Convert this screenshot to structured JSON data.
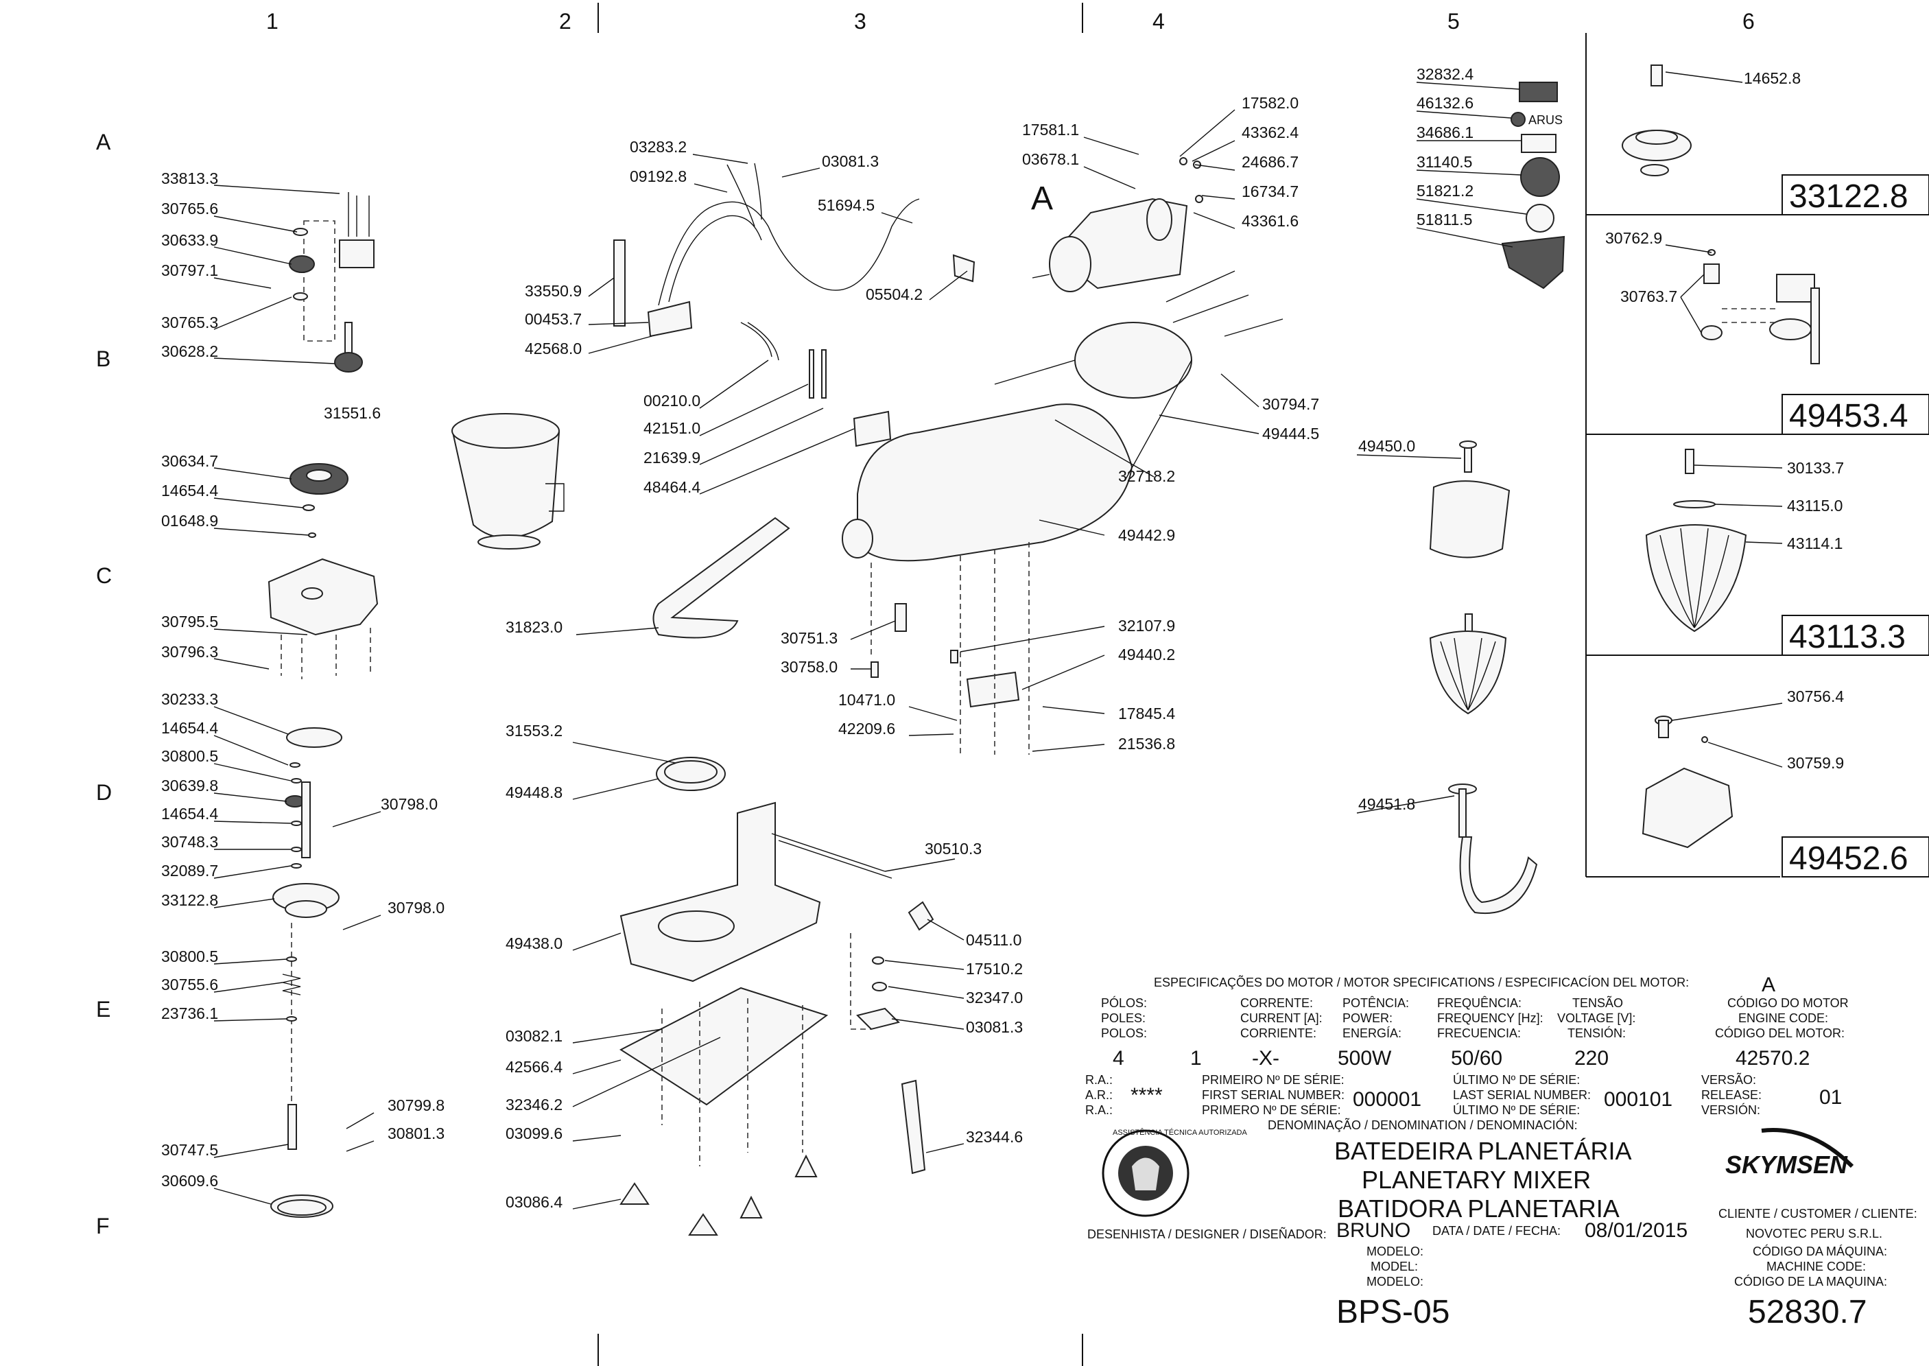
{
  "grid": {
    "columns": [
      "1",
      "2",
      "3",
      "4",
      "5",
      "6"
    ],
    "rows": [
      "A",
      "B",
      "C",
      "D",
      "E",
      "F"
    ]
  },
  "callouts": {
    "33813_3": "33813.3",
    "30765_6": "30765.6",
    "30633_9": "30633.9",
    "30797_1": "30797.1",
    "30765_3": "30765.3",
    "30628_2": "30628.2",
    "31551_6": "31551.6",
    "30634_7": "30634.7",
    "14654_4a": "14654.4",
    "01648_9": "01648.9",
    "30795_5": "30795.5",
    "30796_3": "30796.3",
    "30233_3": "30233.3",
    "14654_4b": "14654.4",
    "30800_5a": "30800.5",
    "30639_8": "30639.8",
    "14654_4c": "14654.4",
    "30748_3": "30748.3",
    "32089_7": "32089.7",
    "33122_8": "33122.8",
    "30798_0a": "30798.0",
    "30798_0b": "30798.0",
    "30800_5b": "30800.5",
    "30755_6": "30755.6",
    "23736_1": "23736.1",
    "30799_8": "30799.8",
    "30801_3": "30801.3",
    "30747_5": "30747.5",
    "30609_6": "30609.6",
    "03283_2": "03283.2",
    "09192_8": "09192.8",
    "03081_3a": "03081.3",
    "51694_5": "51694.5",
    "33550_9": "33550.9",
    "00453_7": "00453.7",
    "42568_0": "42568.0",
    "05504_2": "05504.2",
    "00210_0": "00210.0",
    "42151_0": "42151.0",
    "21639_9": "21639.9",
    "48464_4": "48464.4",
    "31823_0": "31823.0",
    "30751_3": "30751.3",
    "30758_0": "30758.0",
    "10471_0": "10471.0",
    "42209_6": "42209.6",
    "31553_2": "31553.2",
    "49448_8": "49448.8",
    "30510_3": "30510.3",
    "49438_0": "49438.0",
    "04511_0": "04511.0",
    "17510_2": "17510.2",
    "32347_0": "32347.0",
    "03081_3b": "03081.3",
    "03082_1": "03082.1",
    "42566_4": "42566.4",
    "32346_2": "32346.2",
    "03099_6": "03099.6",
    "03086_4": "03086.4",
    "32344_6": "32344.6",
    "17581_1": "17581.1",
    "03678_1": "03678.1",
    "17582_0": "17582.0",
    "43362_4": "43362.4",
    "24686_7": "24686.7",
    "16734_7": "16734.7",
    "43361_6": "43361.6",
    "30794_7": "30794.7",
    "49444_5": "49444.5",
    "32718_2": "32718.2",
    "49442_9": "49442.9",
    "32107_9": "32107.9",
    "49440_2": "49440.2",
    "17845_4": "17845.4",
    "21536_8": "21536.8",
    "32832_4": "32832.4",
    "46132_6": "46132.6",
    "34686_1": "34686.1",
    "31140_5": "31140.5",
    "51821_2": "51821.2",
    "51811_5": "51811.5",
    "49450_0": "49450.0",
    "49451_8": "49451.8",
    "14652_8": "14652.8",
    "30762_9": "30762.9",
    "30763_7": "30763.7",
    "30133_7": "30133.7",
    "43115_0": "43115.0",
    "43114_1": "43114.1",
    "30756_4": "30756.4",
    "30759_9": "30759.9"
  },
  "motor_label": "A",
  "brand_mark": "ARUS",
  "assemblies": {
    "a1": "33122.8",
    "a2": "49453.4",
    "a3": "43113.3",
    "a4": "49452.6"
  },
  "title_block": {
    "spec_header": "ESPECIFICAÇÕES DO MOTOR / MOTOR SPECIFICATIONS / ESPECIFICACÍON DEL MOTOR:",
    "motor_letter": "A",
    "hdr_poles": [
      "PÓLOS:",
      "POLES:",
      "POLOS:"
    ],
    "hdr_current": [
      "CORRENTE:",
      "CURRENT [A]:",
      "CORRIENTE:"
    ],
    "hdr_power": [
      "POTÊNCIA:",
      "POWER:",
      "ENERGÍA:"
    ],
    "hdr_freq": [
      "FREQUÊNCIA:",
      "FREQUENCY [Hz]:",
      "FRECUENCIA:"
    ],
    "hdr_voltage": [
      "TENSÃO",
      "VOLTAGE [V]:",
      "TENSIÓN:"
    ],
    "hdr_code": [
      "CÓDIGO DO MOTOR",
      "ENGINE CODE:",
      "CÓDIGO DEL MOTOR:"
    ],
    "val_poles": "4",
    "val_current": "1",
    "val_x": "-X-",
    "val_power": "500W",
    "val_freq": "50/60",
    "val_voltage": "220",
    "val_code": "42570.2",
    "ra_labels": [
      "R.A.:",
      "A.R.:",
      "R.A.:"
    ],
    "ra_value": "****",
    "first_serial_labels": [
      "PRIMEIRO Nº DE SÉRIE:",
      "FIRST SERIAL NUMBER:",
      "PRIMERO Nº DE SÉRIE:"
    ],
    "first_serial": "000001",
    "last_serial_labels": [
      "ÚLTIMO Nº DE SÉRIE:",
      "LAST SERIAL NUMBER:",
      "ÚLTIMO Nº DE SÉRIE:"
    ],
    "last_serial": "000101",
    "version_labels": [
      "VERSÃO:",
      "RELEASE:",
      "VERSIÓN:"
    ],
    "version": "01",
    "denomination_label": "DENOMINAÇÃO / DENOMINATION / DENOMINACIÓN:",
    "denomination": [
      "BATEDEIRA PLANETÁRIA",
      "PLANETARY MIXER",
      "BATIDORA PLANETARIA"
    ],
    "seal_text": "ASSISTÊNCIA TÉCNICA AUTORIZADA",
    "brand": "SKYMSEN",
    "customer_label": "CLIENTE / CUSTOMER / CLIENTE:",
    "customer": "NOVOTEC PERU S.R.L.",
    "designer_label": "DESENHISTA / DESIGNER / DISEÑADOR:",
    "designer": "BRUNO",
    "date_label": "DATA / DATE / FECHA:",
    "date": "08/01/2015",
    "model_labels": [
      "MODELO:",
      "MODEL:",
      "MODELO:"
    ],
    "model": "BPS-05",
    "machine_code_labels": [
      "CÓDIGO DA MÁQUINA:",
      "MACHINE CODE:",
      "CÓDIGO DE LA MAQUINA:"
    ],
    "machine_code": "52830.7"
  }
}
